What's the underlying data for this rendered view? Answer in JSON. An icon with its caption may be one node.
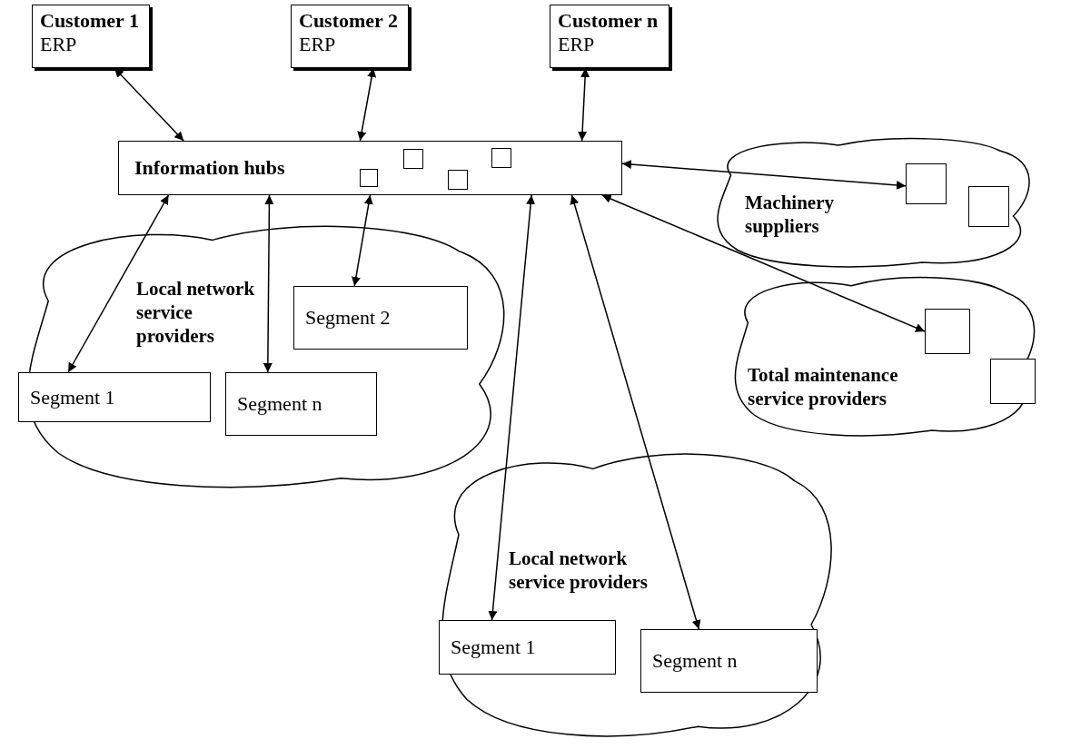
{
  "diagram": {
    "nodes": [
      {
        "text": [
          "Customer 1",
          "ERP"
        ]
      },
      {
        "text": [
          "Customer 2",
          "ERP"
        ]
      },
      {
        "text": [
          "Customer n",
          "ERP"
        ]
      },
      {
        "text": [
          "Information hubs"
        ]
      },
      {
        "text": [],
        "shape": "box",
        "in": 3
      },
      {
        "text": [],
        "shape": "box",
        "in": 3
      },
      {
        "text": [],
        "shape": "box",
        "in": 3
      },
      {
        "text": [],
        "shape": "box",
        "in": 3
      },
      {
        "text": [
          "Machinery suppliers"
        ]
      },
      {
        "text": [],
        "shape": "box",
        "in": 8
      },
      {
        "text": [],
        "shape": "box",
        "in": 8
      },
      {
        "text": [
          "Local network service providers"
        ]
      },
      {
        "text": [
          "Segment 2"
        ],
        "in": 11
      },
      {
        "text": [
          "Segment 1"
        ],
        "in": 11
      },
      {
        "text": [
          "Segment n"
        ],
        "in": 11
      },
      {
        "text": [
          "Total maintenance service providers"
        ]
      },
      {
        "text": [],
        "shape": "box",
        "in": 15
      },
      {
        "text": [],
        "shape": "box",
        "in": 15
      },
      {
        "text": [
          "Local network service providers"
        ]
      },
      {
        "text": [
          "Segment 1"
        ],
        "in": 18
      },
      {
        "text": [
          "Segment n"
        ],
        "in": 18
      }
    ],
    "edges": [
      {
        "from": 0,
        "to": 3,
        "arrow": "both"
      },
      {
        "from": 1,
        "to": 3,
        "arrow": "both"
      },
      {
        "from": 2,
        "to": 3,
        "arrow": "both"
      },
      {
        "from": 3,
        "to": 9,
        "arrow": "both"
      },
      {
        "from": 3,
        "to": 16,
        "arrow": "both"
      },
      {
        "from": 3,
        "to": 13,
        "arrow": "both"
      },
      {
        "from": 3,
        "to": 14,
        "arrow": "both"
      },
      {
        "from": 3,
        "to": 12,
        "arrow": "both"
      },
      {
        "from": 3,
        "to": 19,
        "arrow": "both"
      },
      {
        "from": 3,
        "to": 20,
        "arrow": "both"
      }
    ]
  }
}
